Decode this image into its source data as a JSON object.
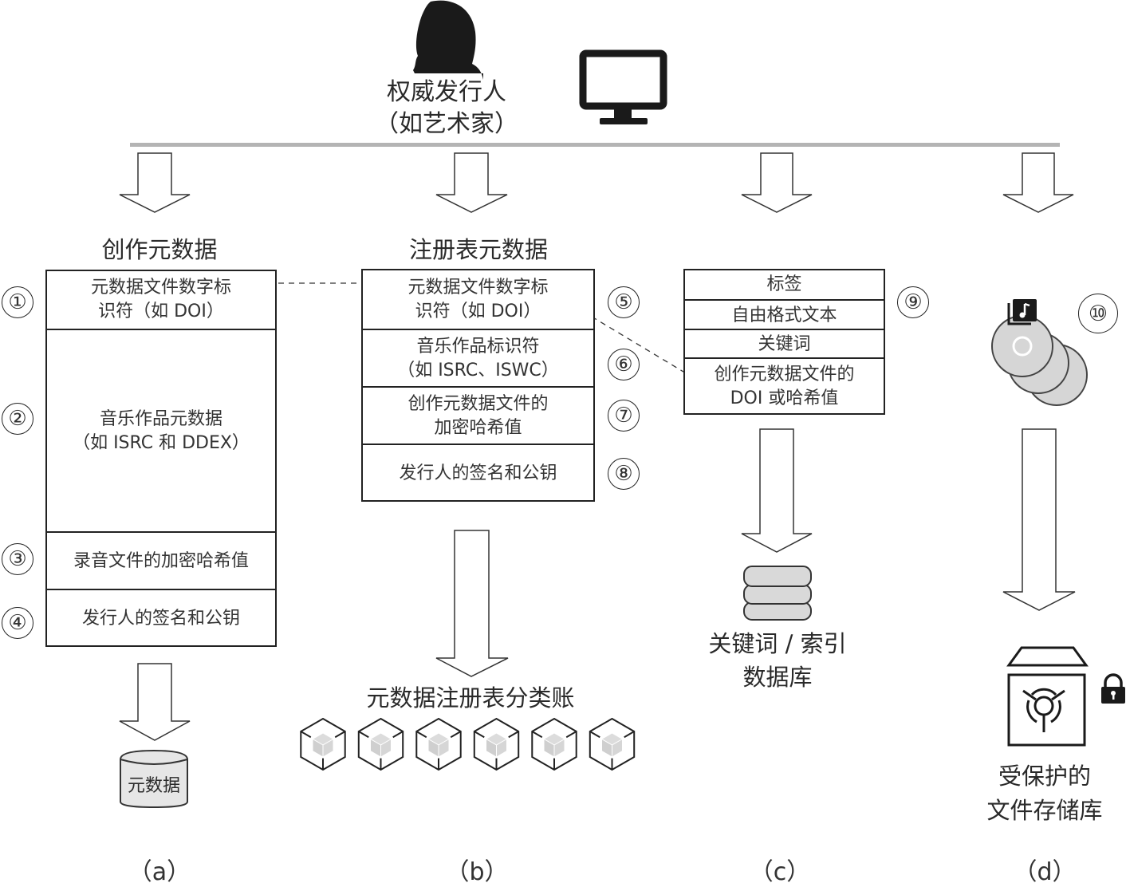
{
  "header": {
    "publisher_line1": "权威发行人",
    "publisher_line2": "（如艺术家）",
    "person_icon": "person-silhouette-icon",
    "monitor_icon": "monitor-icon"
  },
  "columns": {
    "a": {
      "title": "创作元数据",
      "rows": [
        {
          "num": "①",
          "line1": "元数据文件数字标",
          "line2": "识符（如 DOI）"
        },
        {
          "num": "②",
          "line1": "音乐作品元数据",
          "line2": "（如 ISRC 和 DDEX）"
        },
        {
          "num": "③",
          "line1": "录音文件的加密哈希值",
          "line2": ""
        },
        {
          "num": "④",
          "line1": "发行人的签名和公钥",
          "line2": ""
        }
      ],
      "store_label": "元数据",
      "caption": "（a）"
    },
    "b": {
      "title": "注册表元数据",
      "rows": [
        {
          "num": "⑤",
          "line1": "元数据文件数字标",
          "line2": "识符（如 DOI）"
        },
        {
          "num": "⑥",
          "line1": "音乐作品标识符",
          "line2": "（如 ISRC、ISWC）"
        },
        {
          "num": "⑦",
          "line1": "创作元数据文件的",
          "line2": "加密哈希值"
        },
        {
          "num": "⑧",
          "line1": "发行人的签名和公钥",
          "line2": ""
        }
      ],
      "ledger_label": "元数据注册表分类账",
      "block_count": 6,
      "caption": "（b）"
    },
    "c": {
      "num": "⑨",
      "rows": [
        {
          "line1": "标签",
          "line2": ""
        },
        {
          "line1": "自由格式文本",
          "line2": ""
        },
        {
          "line1": "关键词",
          "line2": ""
        },
        {
          "line1": "创作元数据文件的",
          "line2": "DOI 或哈希值"
        }
      ],
      "db_label_line1": "关键词 / 索引",
      "db_label_line2": "数据库",
      "caption": "（c）"
    },
    "d": {
      "num": "⑩",
      "media_icon": "music-discs-icon",
      "store_label_line1": "受保护的",
      "store_label_line2": "文件存储库",
      "caption": "（d）"
    }
  },
  "colors": {
    "line": "#222222",
    "bar": "#b4b4b4",
    "fill_gray": "#d6d6d6"
  }
}
